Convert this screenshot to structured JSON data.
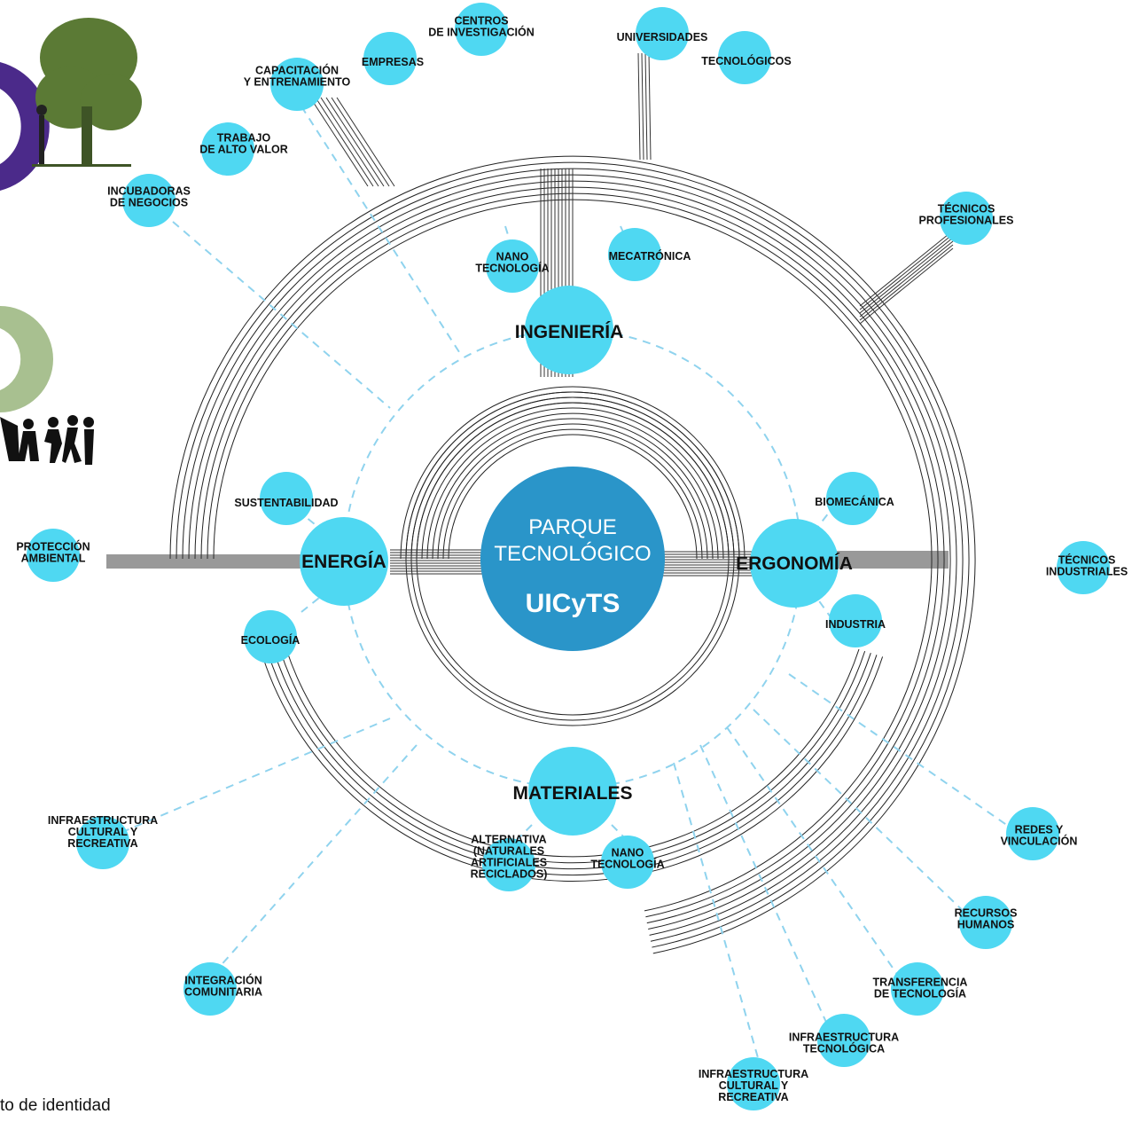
{
  "colors": {
    "node": "#4fd8f2",
    "center": "#2a95c9",
    "dash": "#8fd3ee",
    "lines": "#222222",
    "logo_purple": "#4b2a8a",
    "logo_green": "#a8c090",
    "tree": "#5b7a35"
  },
  "center": {
    "line1": "PARQUE",
    "line2": "TECNOLÓGICO",
    "line3": "UICyTS"
  },
  "hubs": {
    "ingenieria": "INGENIERÍA",
    "energia": "ENERGÍA",
    "ergonomia": "ERGONOMÍA",
    "materiales": "MATERIALES"
  },
  "inner_nodes": {
    "nano_top": [
      "NANO",
      "TECNOLOGÍA"
    ],
    "mecatronica": [
      "MECATRÓNICA"
    ],
    "sustentabilidad": [
      "SUSTENTABILIDAD"
    ],
    "ecologia": [
      "ECOLOGÍA"
    ],
    "biomecanica": [
      "BIOMECÁNICA"
    ],
    "industria": [
      "INDUSTRIA"
    ],
    "alternativa": [
      "ALTERNATIVA",
      "(NATURALES",
      "ARTIFICIALES",
      "RECICLADOS)"
    ],
    "nano_bottom": [
      "NANO",
      "TECNOLOGÍA"
    ]
  },
  "outer_nodes": {
    "capacitacion": [
      "CAPACITACIÓN",
      "Y ENTRENAMIENTO"
    ],
    "empresas": [
      "EMPRESAS"
    ],
    "centros": [
      "CENTROS",
      "DE INVESTIGACIÓN"
    ],
    "universidades": [
      "UNIVERSIDADES"
    ],
    "tecnologicos": [
      "TECNOLÓGICOS"
    ],
    "trabajo": [
      "TRABAJO",
      "DE ALTO VALOR"
    ],
    "incubadoras": [
      "INCUBADORAS",
      "DE NEGOCIOS"
    ],
    "tecnicos_prof": [
      "TÉCNICOS",
      "PROFESIONALES"
    ],
    "proteccion": [
      "PROTECCIÓN",
      "AMBIENTAL"
    ],
    "tecnicos_ind": [
      "TÉCNICOS",
      "INDUSTRIALES"
    ],
    "infra_cultural_left": [
      "INFRAESTRUCTURA",
      "CULTURAL Y",
      "RECREATIVA"
    ],
    "redes": [
      "REDES Y",
      "VINCULACIÓN"
    ],
    "recursos": [
      "RECURSOS",
      "HUMANOS"
    ],
    "transferencia": [
      "TRANSFERENCIA",
      "DE TECNOLOGÍA"
    ],
    "infra_tec": [
      "INFRAESTRUCTURA",
      "TECNOLÓGICA"
    ],
    "infra_cultural_bottom": [
      "INFRAESTRUCTURA",
      "CULTURAL Y",
      "RECREATIVA"
    ],
    "integracion": [
      "INTEGRACIÓN",
      "COMUNITARIA"
    ]
  },
  "footer": {
    "caption": "to de identidad"
  }
}
